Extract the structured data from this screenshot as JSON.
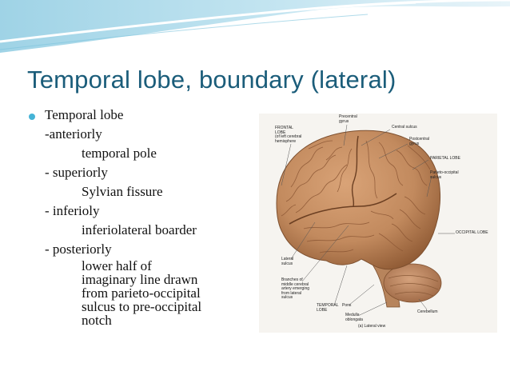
{
  "slide": {
    "title": "Temporal lobe, boundary (lateral)",
    "bullets": {
      "main": "Temporal lobe",
      "anterior_heading": "-anteriorly",
      "anterior_value": "temporal pole",
      "superior_heading": "- superiorly",
      "superior_value": "Sylvian fissure",
      "inferior_heading": "- inferioly",
      "inferior_value": "inferiolateral boarder",
      "posterior_heading": "- posteriorly",
      "posterior_value_lines": [
        "lower half of",
        "imaginary line drawn",
        "from parieto-occipital",
        "sulcus to pre-occipital",
        "notch"
      ]
    },
    "figure": {
      "labels": {
        "frontal_lobe": [
          "FRONTAL",
          "LOBE",
          "(of left cerebral",
          "hemisphere"
        ],
        "precentral_gyrus": [
          "Precentral",
          "gyrus"
        ],
        "central_sulcus": [
          "Central sulcus"
        ],
        "postcentral_gyrus": [
          "Postcentral",
          "gyrus"
        ],
        "parietal_lobe": [
          "PARIETAL LOBE"
        ],
        "parieto_occipital_sulcus": [
          "Parieto-occipital",
          "sulcus"
        ],
        "occipital_lobe": [
          "OCCIPITAL LOBE"
        ],
        "lateral_sulcus": [
          "Lateral",
          "sulcus"
        ],
        "branches": [
          "Branches of",
          "middle cerebral",
          "artery emerging",
          "from lateral",
          "sulcus"
        ],
        "pons": [
          "Pons"
        ],
        "temporal_lobe": [
          "TEMPORAL",
          "LOBE"
        ],
        "medulla": [
          "Medulla",
          "oblongata"
        ],
        "cerebellum": [
          "Cerebellum"
        ],
        "caption": [
          "(a) Lateral view"
        ]
      }
    }
  }
}
